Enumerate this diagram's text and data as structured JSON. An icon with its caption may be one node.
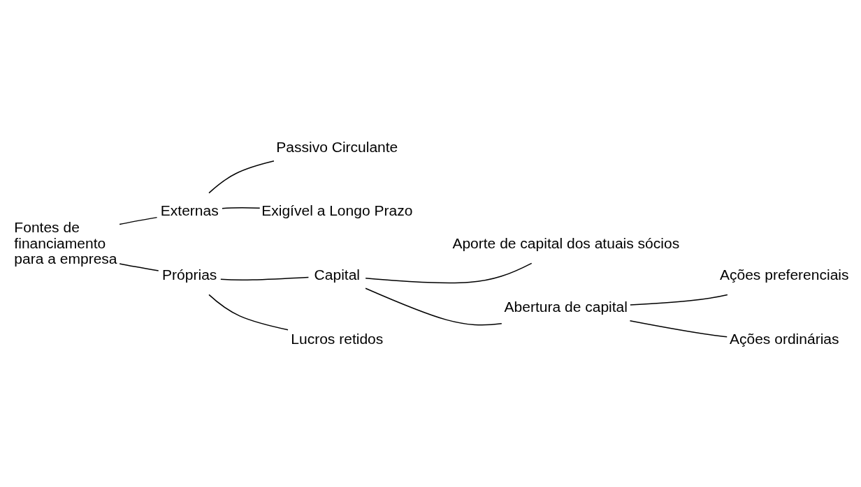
{
  "diagram": {
    "nodes": [
      {
        "text": [
          "Fontes de financiamento para a empresa"
        ]
      },
      {
        "text": [
          "Externas"
        ]
      },
      {
        "text": [
          "Passivo Circulante"
        ]
      },
      {
        "text": [
          "Exigível a Longo Prazo"
        ]
      },
      {
        "text": [
          "Próprias"
        ]
      },
      {
        "text": [
          "Capital"
        ]
      },
      {
        "text": [
          "Aporte de capital dos atuais sócios"
        ]
      },
      {
        "text": [
          "Abertura de capital"
        ]
      },
      {
        "text": [
          "Ações preferenciais"
        ]
      },
      {
        "text": [
          "Ações ordinárias"
        ]
      },
      {
        "text": [
          "Lucros retidos"
        ]
      }
    ],
    "edges": [
      {
        "from": 0,
        "to": 1,
        "arrow": "none"
      },
      {
        "from": 0,
        "to": 4,
        "arrow": "none"
      },
      {
        "from": 1,
        "to": 2,
        "arrow": "none"
      },
      {
        "from": 1,
        "to": 3,
        "arrow": "none"
      },
      {
        "from": 4,
        "to": 5,
        "arrow": "none"
      },
      {
        "from": 4,
        "to": 10,
        "arrow": "none"
      },
      {
        "from": 5,
        "to": 6,
        "arrow": "none"
      },
      {
        "from": 5,
        "to": 7,
        "arrow": "none"
      },
      {
        "from": 7,
        "to": 8,
        "arrow": "none"
      },
      {
        "from": 7,
        "to": 9,
        "arrow": "none"
      }
    ]
  }
}
